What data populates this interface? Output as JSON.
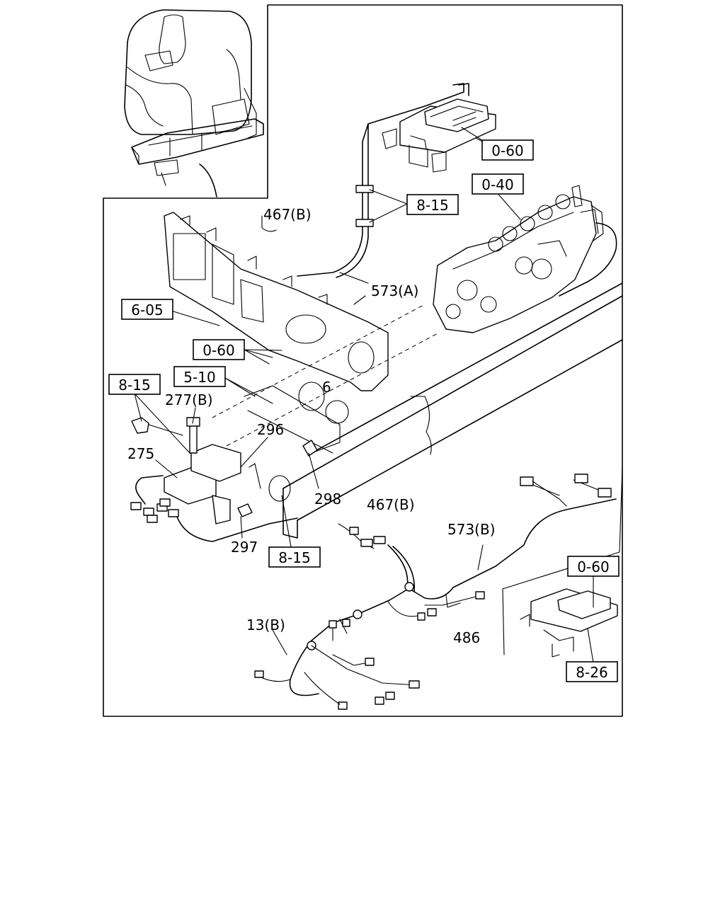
{
  "labels": {
    "ref_0_60_top": "0-60",
    "ref_0_40": "0-40",
    "ref_8_15_clip": "8-15",
    "ref_6_05": "6-05",
    "ref_0_60_mid": "0-60",
    "ref_5_10": "5-10",
    "ref_8_15_left": "8-15",
    "ref_8_15_bottom": "8-15",
    "ref_0_60_right": "0-60",
    "ref_8_26": "8-26",
    "part_467b_top": "467(B)",
    "part_573a": "573(A)",
    "part_6": "6",
    "part_277b": "277(B)",
    "part_296": "296",
    "part_275": "275",
    "part_298": "298",
    "part_297": "297",
    "part_467b_bottom": "467(B)",
    "part_573b": "573(B)",
    "part_486": "486",
    "part_13b": "13(B)"
  }
}
